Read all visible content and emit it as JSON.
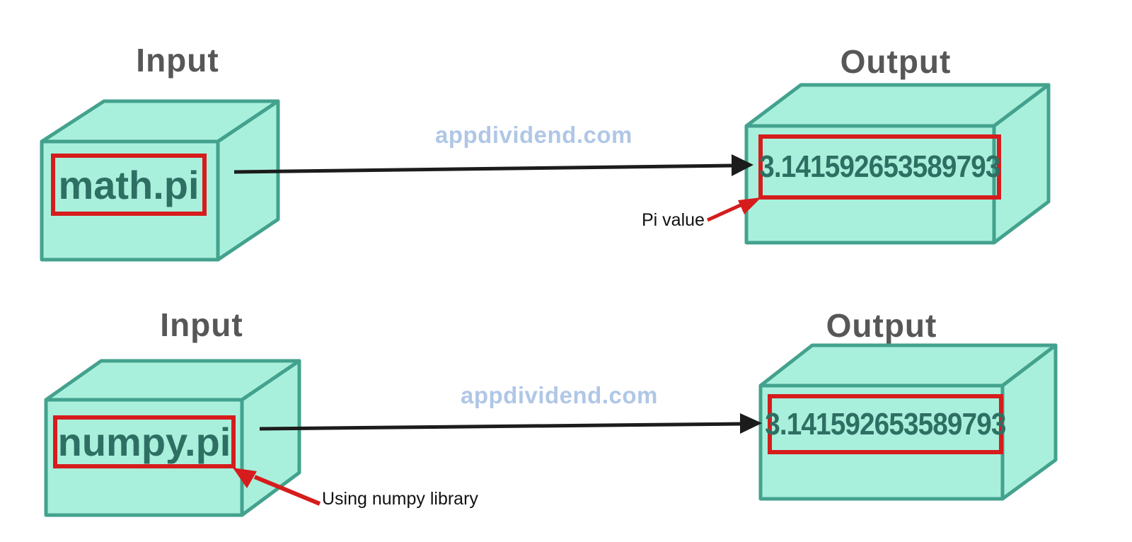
{
  "colors": {
    "box_fill": "#a9f0dc",
    "box_stroke": "#43a28d",
    "box_text": "#2e6f63",
    "highlight_red": "#d61c1c",
    "label_gray": "#575757",
    "watermark_blue": "#b0c7e6",
    "arrow_black": "#1c1c1c"
  },
  "rows": [
    {
      "input": {
        "label": "Input",
        "value": "math.pi"
      },
      "output": {
        "label": "Output",
        "value": "3.141592653589793"
      },
      "watermark": "appdividend.com",
      "annotation": {
        "text": "Pi value"
      }
    },
    {
      "input": {
        "label": "Input",
        "value": "numpy.pi"
      },
      "output": {
        "label": "Output",
        "value": "3.141592653589793"
      },
      "watermark": "appdividend.com",
      "annotation": {
        "text": "Using numpy library"
      }
    }
  ]
}
